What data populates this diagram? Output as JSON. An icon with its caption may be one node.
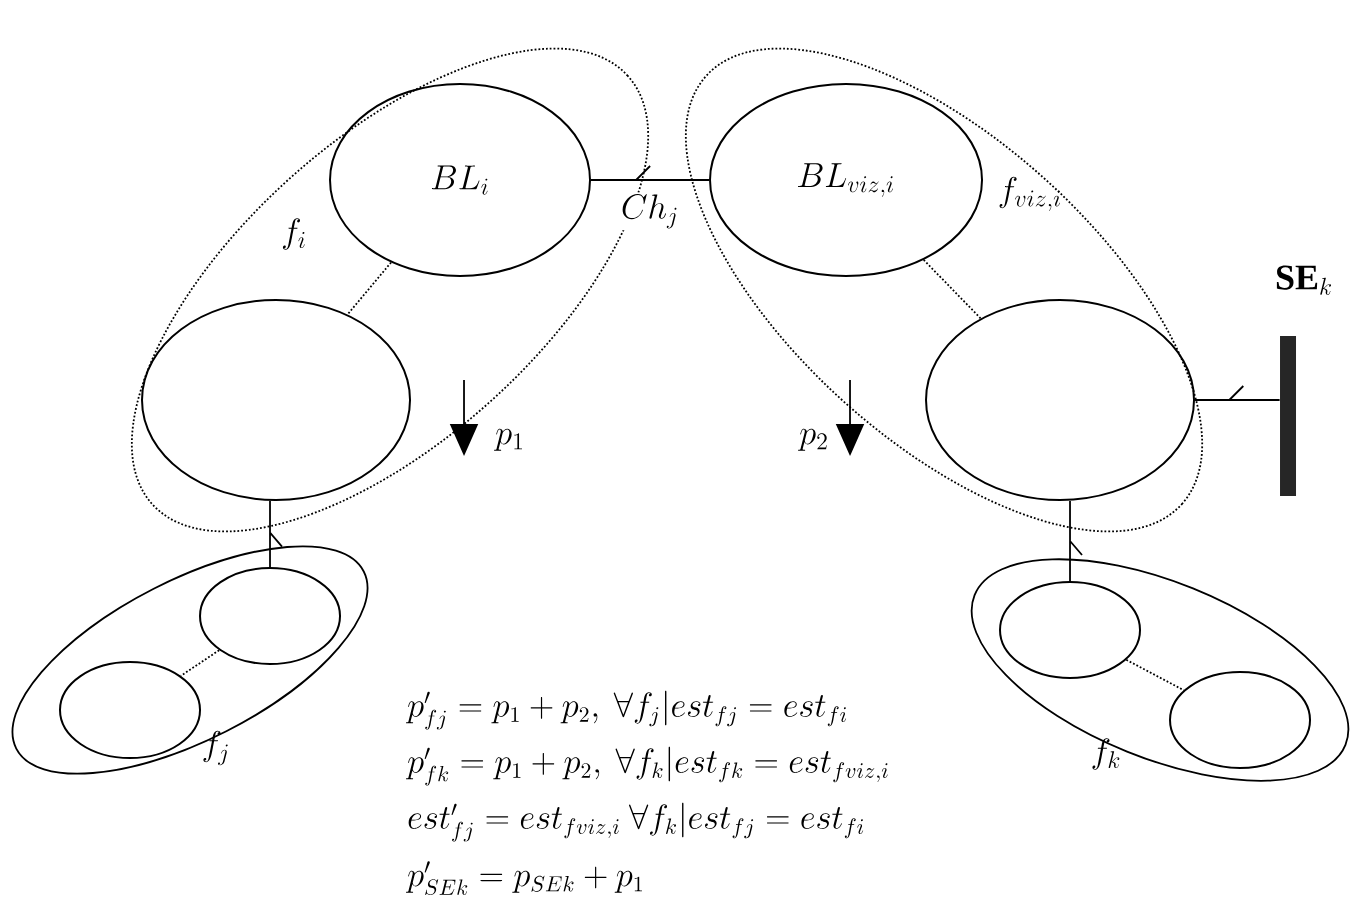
{
  "diagram": {
    "nodes": [
      {
        "text": [
          "f_i"
        ]
      },
      {
        "text": [
          "BL_i"
        ],
        "in": 0
      },
      {
        "text": [],
        "shape": "ellipse",
        "in": 0
      },
      {
        "text": [
          "f_{viz,i}"
        ]
      },
      {
        "text": [
          "BL_{viz,i}"
        ],
        "in": 3
      },
      {
        "text": [],
        "shape": "ellipse",
        "in": 3
      },
      {
        "text": [
          "\\mathbf{SE}_k"
        ]
      },
      {
        "text": [
          "f_j"
        ]
      },
      {
        "text": [],
        "shape": "ellipse",
        "in": 7
      },
      {
        "text": [],
        "shape": "ellipse",
        "in": 7
      },
      {
        "text": [
          "f_k"
        ]
      },
      {
        "text": [],
        "shape": "ellipse",
        "in": 10
      },
      {
        "text": [],
        "shape": "ellipse",
        "in": 10
      }
    ],
    "edges": [
      {
        "from": 1,
        "to": 4,
        "arrow": "none",
        "label": "Ch_j"
      },
      {
        "from": 1,
        "to": 2,
        "arrow": "none",
        "style": "dashed"
      },
      {
        "from": 4,
        "to": 5,
        "arrow": "none",
        "style": "dashed"
      },
      {
        "from": 5,
        "to": 6,
        "arrow": "none"
      },
      {
        "from": 2,
        "to": 8,
        "arrow": "none"
      },
      {
        "from": 5,
        "to": 11,
        "arrow": "none"
      },
      {
        "from": 8,
        "to": 9,
        "arrow": "none",
        "style": "dashed"
      },
      {
        "from": 11,
        "to": 12,
        "arrow": "none",
        "style": "dashed"
      }
    ],
    "labels": [
      "p_1",
      "p_2",
      "p'_{fj}=p_1+p_2,\\ \\forall f_j|est_{fj}=est_{fi}",
      "p'_{fk}=p_1+p_2,\\ \\forall f_k|est_{fk}=est_{fviz,i}",
      "est'_{fj}=est_{fviz,i}\\ \\forall f_k|est_{fj}=est_{fi}",
      "p'_{SEk}=p_{SEk}+p_1"
    ]
  }
}
